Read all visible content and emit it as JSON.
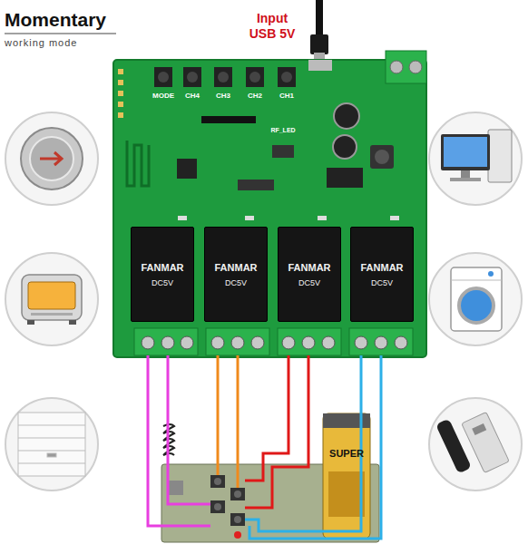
{
  "diagram": {
    "title": "Momentary",
    "nodes": [
      {
        "text": [
          "FANMAR",
          "DC5V"
        ]
      },
      {
        "text": [
          "FANMAR",
          "DC5V"
        ]
      },
      {
        "text": [
          "FANMAR",
          "DC5V"
        ]
      },
      {
        "text": [
          "FANMAR",
          "DC5V"
        ]
      }
    ],
    "labels": [
      "working mode",
      "Input",
      "USB 5V",
      "MODE",
      "CH4",
      "CH3",
      "CH2",
      "CH1",
      "RF_LED",
      "SUPER"
    ]
  }
}
